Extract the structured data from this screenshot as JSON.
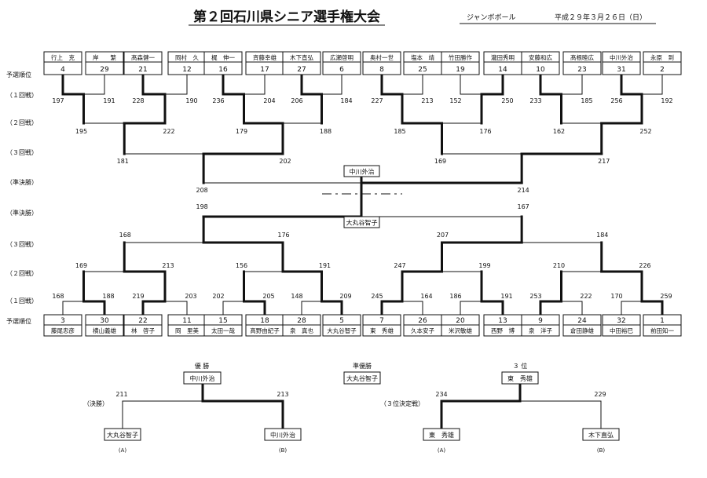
{
  "header": {
    "title": "第２回石川県シニア選手権大会",
    "venue": "ジャンボボール",
    "date": "平成２９年３月２６日（日）"
  },
  "row_labels": {
    "seed": "予選順位",
    "r1": "（１回戦）",
    "r2": "（２回戦）",
    "r3": "（３回戦）",
    "semi": "（準決勝）",
    "final": "（決勝）",
    "third": "（３位決定戦）"
  },
  "top_players": [
    {
      "name": "行上　克",
      "seed": "4",
      "score": "197"
    },
    {
      "name": "岸　　繁",
      "seed": "29",
      "score": "191"
    },
    {
      "name": "髙森健一",
      "seed": "21",
      "score": "228"
    },
    {
      "name": "岡村　久",
      "seed": "12",
      "score": "190"
    },
    {
      "name": "梶　伸一",
      "seed": "16",
      "score": "236"
    },
    {
      "name": "斉藤幸雄",
      "seed": "17",
      "score": "204"
    },
    {
      "name": "木下直弘",
      "seed": "27",
      "score": "206"
    },
    {
      "name": "広瀬啓明",
      "seed": "6",
      "score": "184"
    },
    {
      "name": "奥村一世",
      "seed": "8",
      "score": "227"
    },
    {
      "name": "塩本　靖",
      "seed": "25",
      "score": "213"
    },
    {
      "name": "竹田勝作",
      "seed": "19",
      "score": "152"
    },
    {
      "name": "瀧田秀明",
      "seed": "14",
      "score": "250"
    },
    {
      "name": "安藤和広",
      "seed": "10",
      "score": "233"
    },
    {
      "name": "髙根睦広",
      "seed": "23",
      "score": "185"
    },
    {
      "name": "中川外治",
      "seed": "31",
      "score": "256"
    },
    {
      "name": "永原　到",
      "seed": "2",
      "score": "192"
    }
  ],
  "top_r2_scores": [
    "195",
    "222",
    "179",
    "188",
    "185",
    "176",
    "162",
    "252"
  ],
  "top_r3_scores": [
    "181",
    "202",
    "169",
    "217"
  ],
  "top_semi_scores": [
    "208",
    "214"
  ],
  "top_semi_winner": "中川外治",
  "bottom_semi_winner": "大丸谷智子",
  "bottom_semi_scores": [
    "198",
    "167"
  ],
  "bottom_r3_scores": [
    "168",
    "176",
    "207",
    "184"
  ],
  "bottom_r2_scores": [
    "169",
    "213",
    "156",
    "191",
    "247",
    "199",
    "210",
    "226"
  ],
  "bottom_players": [
    {
      "name": "藤尾忠彦",
      "seed": "3",
      "score": "168"
    },
    {
      "name": "横山義雄",
      "seed": "30",
      "score": "188"
    },
    {
      "name": "林　啓子",
      "seed": "22",
      "score": "219"
    },
    {
      "name": "岡　里美",
      "seed": "11",
      "score": "203"
    },
    {
      "name": "太田一哉",
      "seed": "15",
      "score": "202"
    },
    {
      "name": "髙野由紀子",
      "seed": "18",
      "score": "205"
    },
    {
      "name": "泉　真也",
      "seed": "28",
      "score": "148"
    },
    {
      "name": "大丸谷智子",
      "seed": "5",
      "score": "209"
    },
    {
      "name": "東　秀雄",
      "seed": "7",
      "score": "245"
    },
    {
      "name": "久本安子",
      "seed": "26",
      "score": "164"
    },
    {
      "name": "米沢敏雄",
      "seed": "20",
      "score": "186"
    },
    {
      "name": "西野　博",
      "seed": "13",
      "score": "191"
    },
    {
      "name": "泉　洋子",
      "seed": "9",
      "score": "253"
    },
    {
      "name": "倉田静雄",
      "seed": "24",
      "score": "222"
    },
    {
      "name": "中田裕巳",
      "seed": "32",
      "score": "170"
    },
    {
      "name": "前田知一",
      "seed": "1",
      "score": "259"
    }
  ],
  "final": {
    "champion_label": "優 勝",
    "champion": "中川外治",
    "runner_up_label": "準優勝",
    "runner_up": "大丸谷智子",
    "left_player": "大丸谷智子",
    "left_score": "211",
    "left_lane": "(A)",
    "right_player": "中川外治",
    "right_score": "213",
    "right_lane": "(B)"
  },
  "third_place": {
    "label": "３ 位",
    "winner": "東　秀雄",
    "left_player": "東　秀雄",
    "left_score": "234",
    "left_lane": "(A)",
    "right_player": "木下直弘",
    "right_score": "229",
    "right_lane": "(B)"
  }
}
